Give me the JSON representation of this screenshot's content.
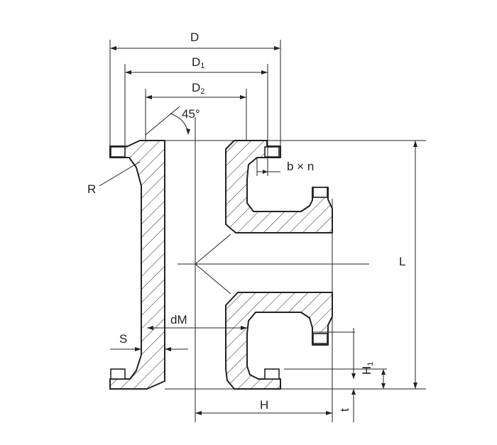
{
  "labels": {
    "D": "D",
    "D1": "D",
    "D1_sub": "1",
    "D2": "D",
    "D2_sub": "2",
    "angle": "45°",
    "R": "R",
    "bolt": "b × n",
    "L": "L",
    "dM": "dM",
    "S": "S",
    "H": "H",
    "H1": "H",
    "H1_sub": "1",
    "t": "t"
  }
}
